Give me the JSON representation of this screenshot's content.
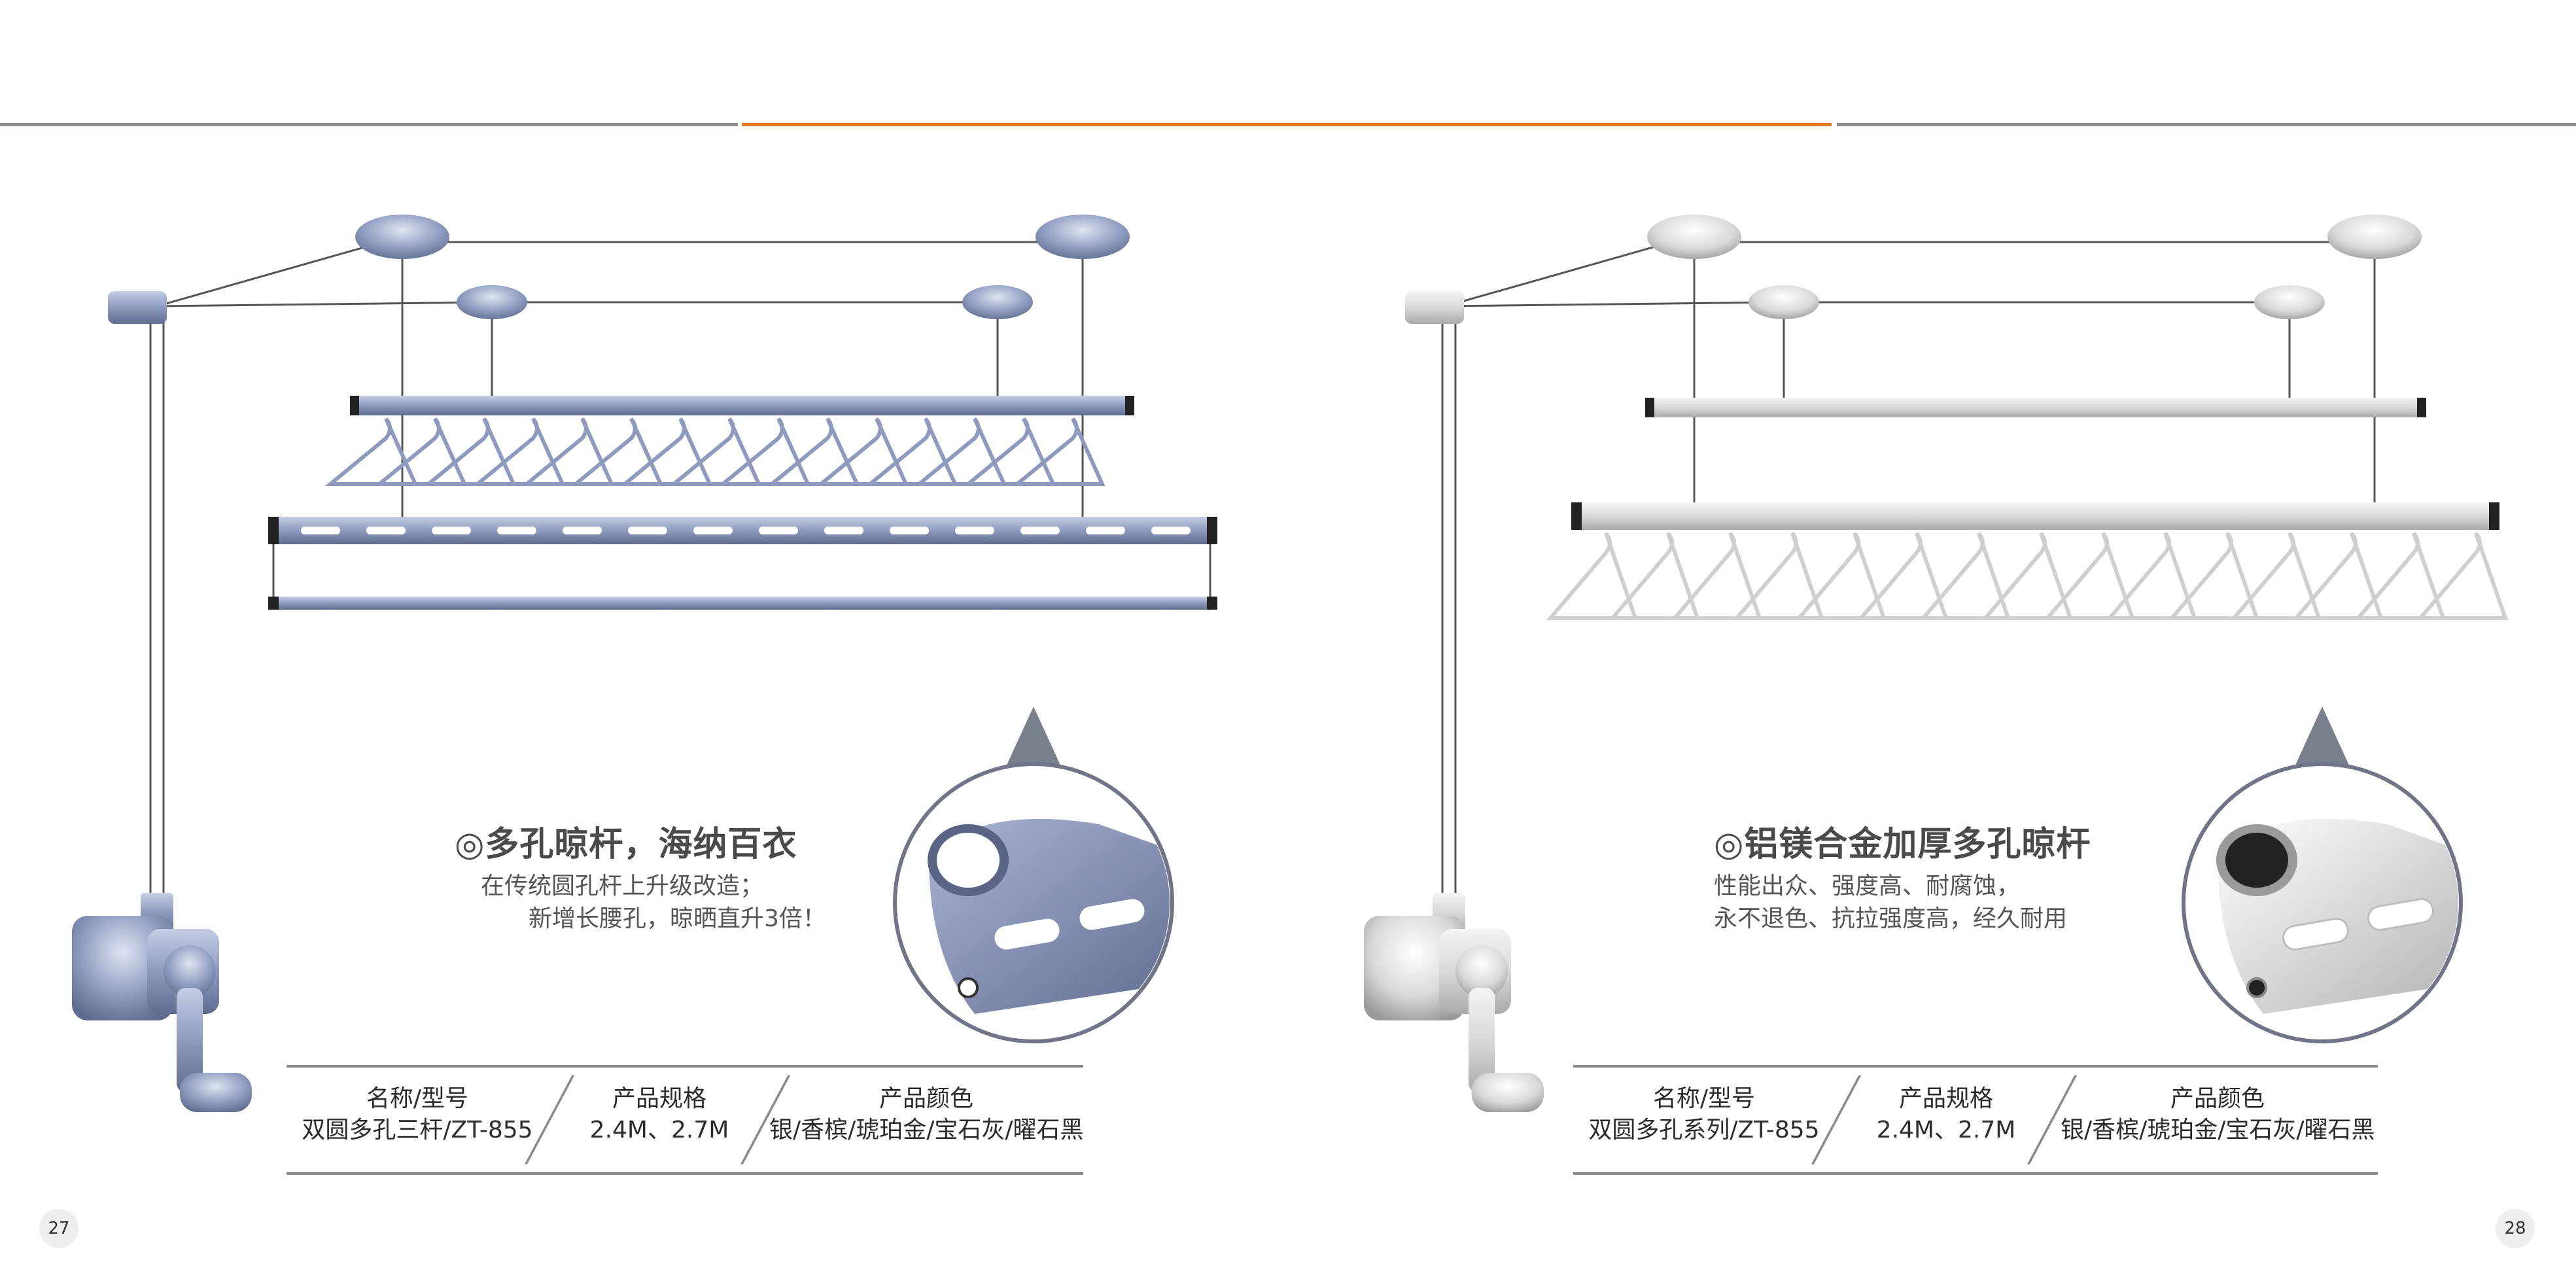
{
  "left": {
    "feature_title": "◎多孔晾杆，海纳百衣",
    "feature_lines": [
      "在传统圆孔杆上升级改造；",
      "新增长腰孔，晾晒直升3倍！"
    ],
    "spec": {
      "col1_header": "名称/型号",
      "col1_value": "双圆多孔三杆/ZT-855",
      "col2_header": "产品规格",
      "col2_value": "2.4M、2.7M",
      "col3_header": "产品颜色",
      "col3_value": "银/香槟/琥珀金/宝石灰/曜石黑"
    },
    "page_number": "27",
    "product_color": "#8e9bbf"
  },
  "right": {
    "feature_title": "◎铝镁合金加厚多孔晾杆",
    "feature_lines": [
      "性能出众、强度高、耐腐蚀，",
      "永不退色、抗拉强度高，经久耐用"
    ],
    "spec": {
      "col1_header": "名称/型号",
      "col1_value": "双圆多孔系列/ZT-855",
      "col2_header": "产品规格",
      "col2_value": "2.4M、2.7M",
      "col3_header": "产品颜色",
      "col3_value": "银/香槟/琥珀金/宝石灰/曜石黑"
    },
    "page_number": "28",
    "product_color": "#d9d9d9"
  },
  "colors": {
    "rule_gray": "#8c8c8c",
    "rule_accent": "#e07820"
  }
}
